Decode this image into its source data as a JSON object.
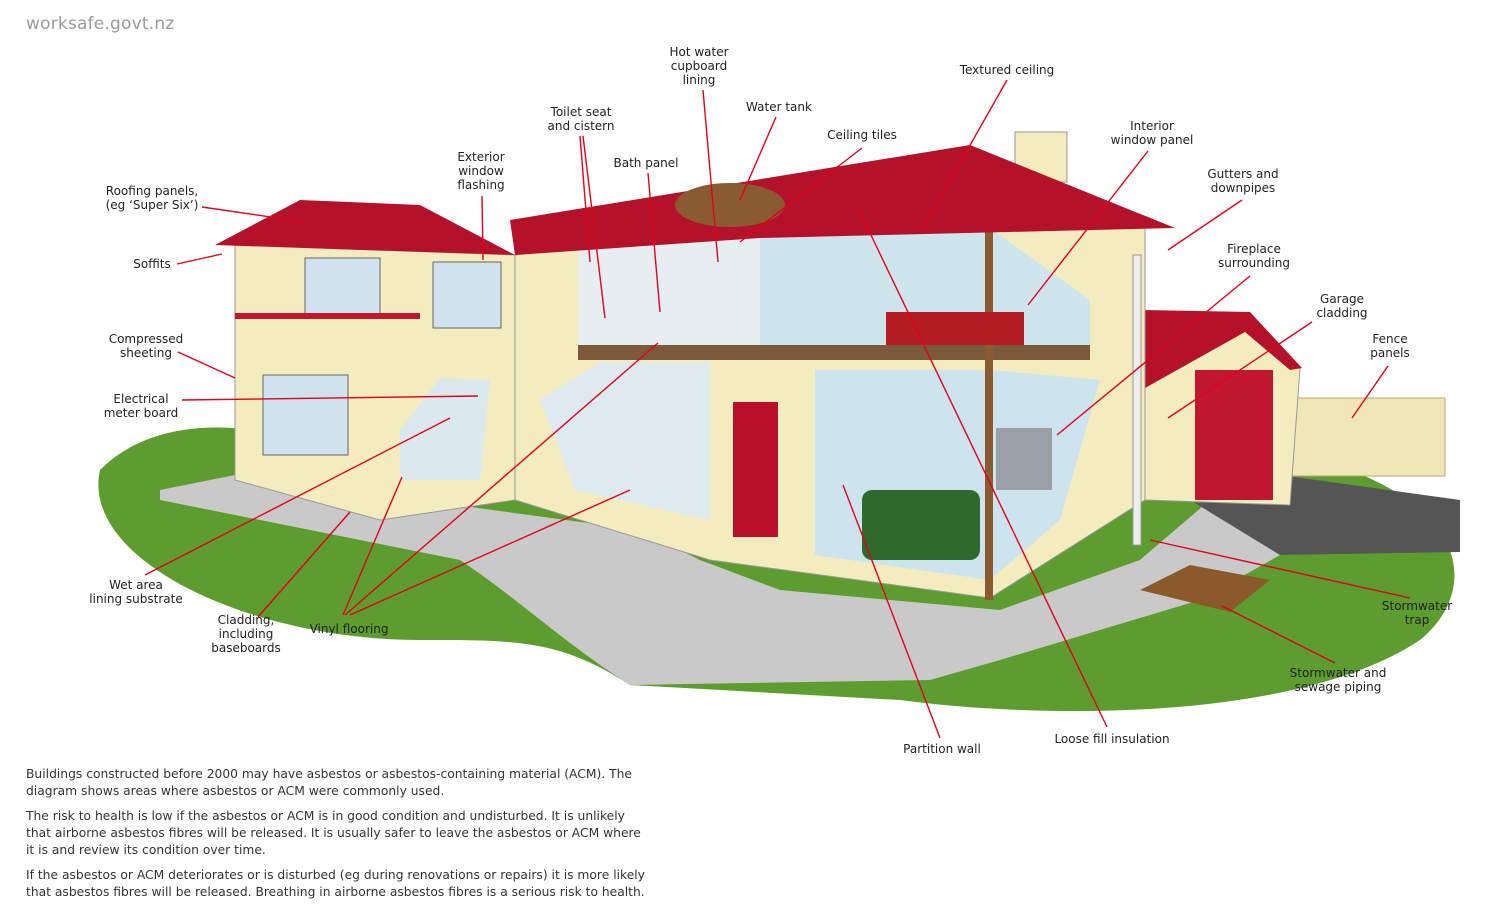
{
  "site": "worksafe.govt.nz",
  "labels": {
    "hot_water": "Hot water\ncupboard\nlining",
    "toilet": "Toilet seat\nand cistern",
    "water_tank": "Water tank",
    "textured_ceiling": "Textured ceiling",
    "ceiling_tiles": "Ceiling tiles",
    "bath_panel": "Bath panel",
    "exterior_window": "Exterior\nwindow\nflashing",
    "roofing": "Roofing panels,\n(eg ‘Super Six’)",
    "soffits": "Soffits",
    "compressed": "Compressed\nsheeting",
    "electrical": "Electrical\nmeter board",
    "interior_window": "Interior\nwindow panel",
    "gutters": "Gutters and\ndownpipes",
    "fireplace": "Fireplace\nsurrounding",
    "garage": "Garage\ncladding",
    "fence": "Fence\npanels",
    "stormwater_trap": "Stormwater\ntrap",
    "stormwater_piping": "Stormwater and\nsewage piping",
    "loose_fill": "Loose fill insulation",
    "partition": "Partition wall",
    "vinyl": "Vinyl flooring",
    "cladding": "Cladding,\nincluding\nbaseboards",
    "wet_area": "Wet area\nlining substrate"
  },
  "intro": [
    "Buildings constructed before 2000 may have asbestos or asbestos-containing material (ACM). The diagram shows areas where asbestos or ACM were commonly used.",
    "The risk to health is low if the asbestos or ACM is in good condition and undisturbed. It is unlikely that airborne asbestos fibres will be released. It is usually safer to leave the asbestos or ACM where it is and review its condition over time.",
    "If the asbestos or ACM deteriorates or is disturbed (eg during renovations or repairs) it is more likely that asbestos fibres will be released. Breathing in airborne asbestos fibres is a serious risk to health."
  ],
  "colors": {
    "leader": "#e3001b",
    "roof": "#b3122a",
    "wall": "#f3ecbf",
    "lawn": "#5d9c2f",
    "paving": "#c9c9c9"
  }
}
